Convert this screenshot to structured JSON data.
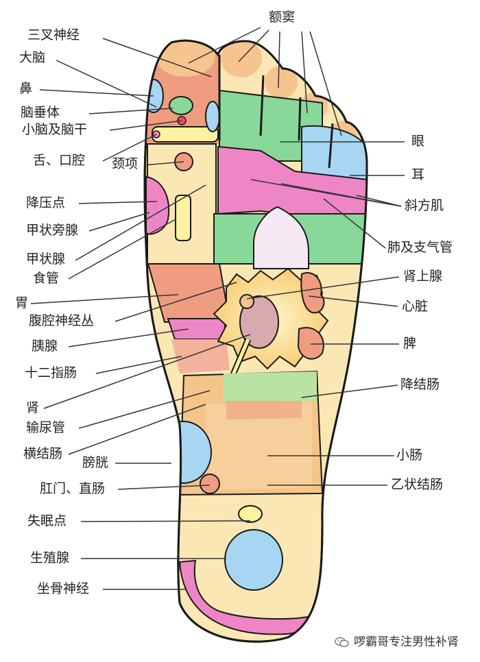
{
  "labels_left": {
    "l01": "三叉神经",
    "l02": "大脑",
    "l03": "鼻",
    "l04": "脑垂体",
    "l05": "小脑及脑干",
    "l06": "舌、口腔",
    "l07": "颈项",
    "l08": "降压点",
    "l09": "甲状旁腺",
    "l10": "甲状腺",
    "l11": "食管",
    "l12": "胃",
    "l13": "腹腔神经丛",
    "l14": "胰腺",
    "l15": "十二指肠",
    "l16": "肾",
    "l17": "输尿管",
    "l18": "横结肠",
    "l19": "膀胱",
    "l20": "肛门、直肠",
    "l21": "失眠点",
    "l22": "生殖腺",
    "l23": "坐骨神经"
  },
  "labels_right": {
    "r01": "额窦",
    "r02": "眼",
    "r03": "耳",
    "r04": "斜方肌",
    "r05": "肺及支气管",
    "r06": "肾上腺",
    "r07": "心脏",
    "r08": "脾",
    "r09": "降结肠",
    "r10": "小肠",
    "r11": "乙状结肠"
  },
  "watermark": "啰霸哥专注男性补肾",
  "colors": {
    "skin": "#fbe7b4",
    "outline": "#1a1a1a",
    "toe": "#f6c48e",
    "salmon": "#ef9c80",
    "pink": "#ee86c6",
    "green": "#88d89a",
    "blue": "#a6d6f2",
    "yellow": "#fbf3a0",
    "mauve": "#d7aaae",
    "burst": "#fcd88a",
    "white": "#f6e9f4",
    "orange": "#f3c58b"
  }
}
